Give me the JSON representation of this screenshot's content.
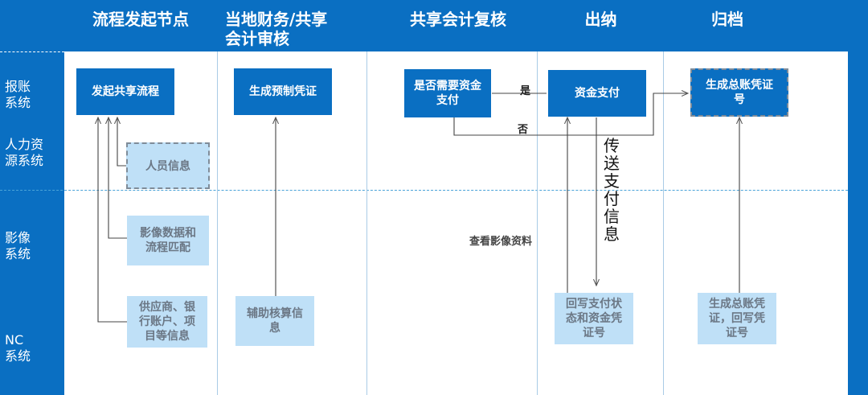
{
  "columns": [
    {
      "key": "initiate",
      "title": "流程发起节点"
    },
    {
      "key": "local",
      "title": "当地财务/共享\n会计审核"
    },
    {
      "key": "review",
      "title": "共享会计复核"
    },
    {
      "key": "cashier",
      "title": "出纳"
    },
    {
      "key": "archive",
      "title": "归档"
    }
  ],
  "rows": [
    {
      "key": "expense",
      "label": "报账\n系统"
    },
    {
      "key": "hr",
      "label": "人力资\n源系统"
    },
    {
      "key": "imaging",
      "label": "影像\n系统"
    },
    {
      "key": "nc",
      "label": "NC\n系统"
    }
  ],
  "nodes": {
    "start_flow": "发起共享流程",
    "personnel_info": "人员信息",
    "image_match": "影像数据和\n流程匹配",
    "supplier_info": "供应商、银\n行账户、项\n目等信息",
    "gen_pre_voucher": "生成预制凭证",
    "aux_accounting": "辅助核算信\n息",
    "need_payment": "是否需要资金\n支付",
    "view_images": "查看影像资料",
    "fund_payment": "资金支付",
    "write_back_status": "回写支付状\n态和资金凭\n证号",
    "gen_ledger_no": "生成总账凭证\n号",
    "gen_ledger_nc": "生成总账凭\n证，回写凭\n证号"
  },
  "edges": {
    "yes": "是",
    "no": "否",
    "transmit_payment": "传送支付信息"
  },
  "colors": {
    "brand_blue": "#0a6fc2",
    "light_box": "#bfe0f7",
    "lane_divider": "#4aa3d8"
  }
}
